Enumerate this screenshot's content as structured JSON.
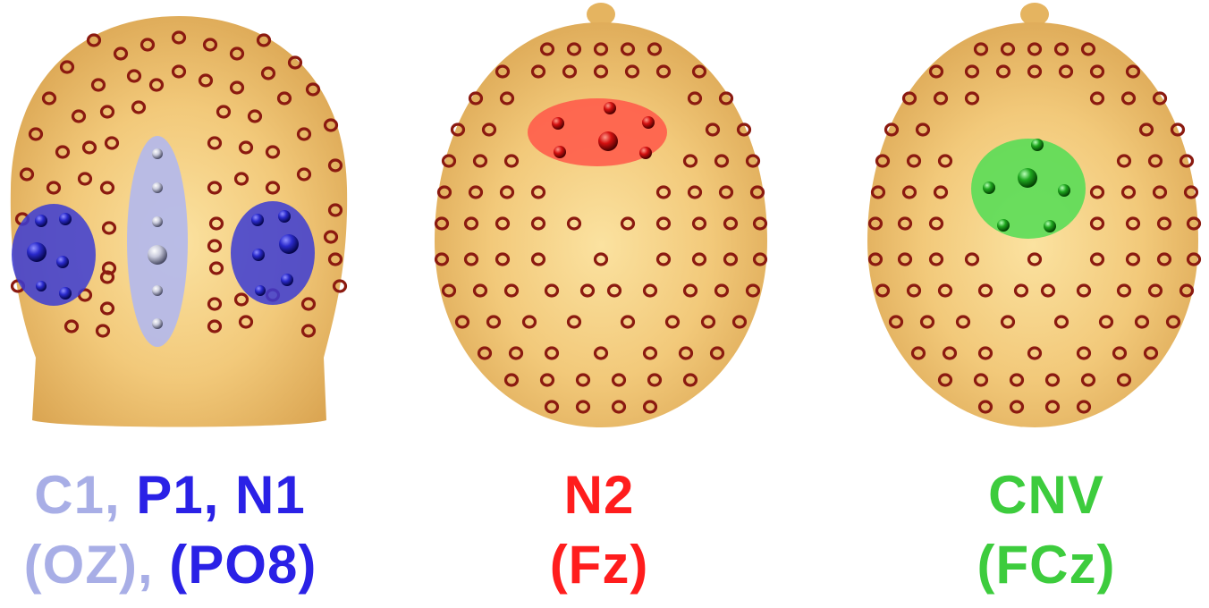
{
  "colors": {
    "head_fill": "#ecbc6a",
    "head_highlight": "#fbe5a6",
    "electrode": "#8b1a10",
    "c1_region": "#b3b8ec",
    "p1_n1_region": "#3b3bd3",
    "n2_region": "#ff5a4a",
    "cnv_region": "#55dd55",
    "c1_text": "#a8aee6",
    "p1_n1_text": "#2a21e6",
    "n2_text": "#ff1d1d",
    "cnv_text": "#3dcc3d"
  },
  "heads": [
    {
      "view": "back",
      "regions": [
        "C1 (OZ)",
        "P1, N1 (PO8)"
      ],
      "caption_line_1": [
        {
          "text": "C1",
          "color_key": "c1_text"
        },
        {
          "text": ", ",
          "color_key": "c1_text"
        },
        {
          "text": "P1, N1",
          "color_key": "p1_n1_text"
        }
      ],
      "caption_line_2": [
        {
          "text": "(OZ)",
          "color_key": "c1_text"
        },
        {
          "text": ", ",
          "color_key": "c1_text"
        },
        {
          "text": "(PO8)",
          "color_key": "p1_n1_text"
        }
      ]
    },
    {
      "view": "top",
      "regions": [
        "N2 (Fz)"
      ],
      "caption_line_1": [
        {
          "text": "N2",
          "color_key": "n2_text"
        }
      ],
      "caption_line_2": [
        {
          "text": "(Fz)",
          "color_key": "n2_text"
        }
      ]
    },
    {
      "view": "top",
      "regions": [
        "CNV (FCz)"
      ],
      "caption_line_1": [
        {
          "text": "CNV",
          "color_key": "cnv_text"
        }
      ],
      "caption_line_2": [
        {
          "text": "(FCz)",
          "color_key": "cnv_text"
        }
      ]
    }
  ]
}
